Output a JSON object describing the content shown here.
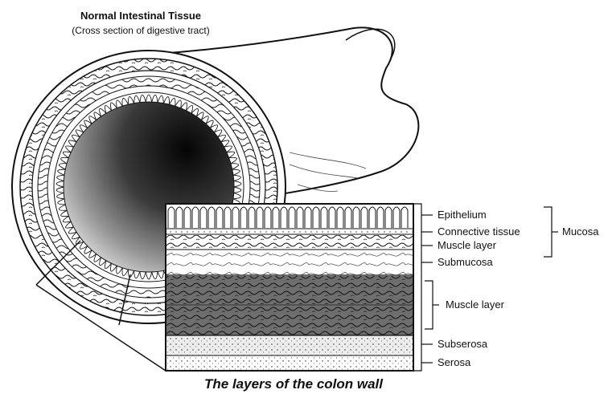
{
  "header": {
    "title": "Normal Intestinal Tissue",
    "subtitle": "(Cross section of digestive tract)"
  },
  "caption": "The layers of the colon wall",
  "layer_labels": [
    "Epithelium",
    "Connective tissue",
    "Muscle layer",
    "Submucosa",
    "Muscle layer",
    "Subserosa",
    "Serosa"
  ],
  "group_label": "Mucosa"
}
